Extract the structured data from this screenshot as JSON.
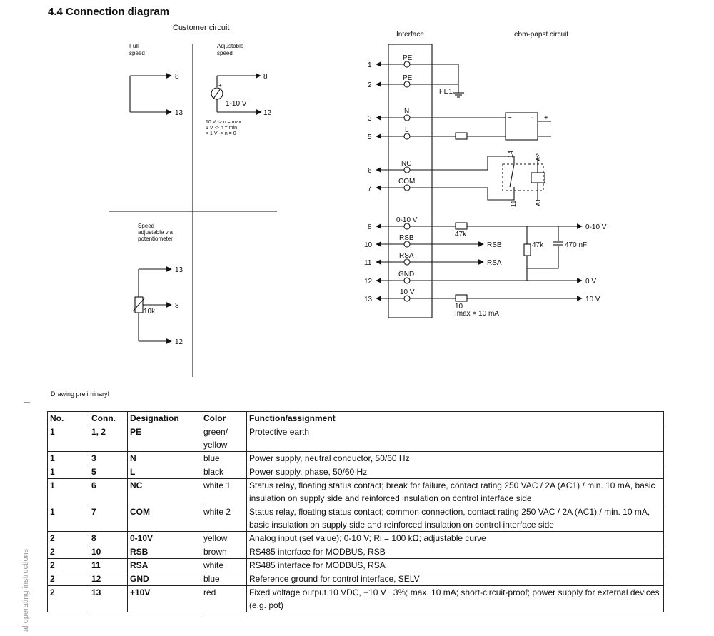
{
  "title": "4.4 Connection diagram",
  "note": "Drawing preliminary!",
  "side_label": "al operating instructions",
  "diagram": {
    "customer_circuit": "Customer circuit",
    "full_speed": [
      "Full",
      "speed"
    ],
    "adjustable_speed": [
      "Adjustable",
      "speed"
    ],
    "range": "1-10 V",
    "plus": "+",
    "speed_notes": [
      "10 V -> n = max",
      "1 V -> n = min",
      "< 1 V -> n = 0"
    ],
    "pot_label": [
      "Speed",
      "adjustable via",
      "potentiometer"
    ],
    "pot_value": "10k",
    "t8": "8",
    "t12": "12",
    "t13": "13",
    "interface": "Interface",
    "ebm_circuit": "ebm-papst circuit",
    "pins": [
      {
        "num": "1",
        "name": "PE"
      },
      {
        "num": "2",
        "name": "PE"
      },
      {
        "num": "3",
        "name": "N"
      },
      {
        "num": "5",
        "name": "L"
      },
      {
        "num": "6",
        "name": "NC"
      },
      {
        "num": "7",
        "name": "COM"
      },
      {
        "num": "8",
        "name": "0-10 V"
      },
      {
        "num": "10",
        "name": "RSB"
      },
      {
        "num": "11",
        "name": "RSA"
      },
      {
        "num": "12",
        "name": "GND"
      },
      {
        "num": "13",
        "name": "10 V"
      }
    ],
    "pe1": "PE1",
    "relay": {
      "p14": "14",
      "p11": "11",
      "a1": "A1",
      "a2": "A2"
    },
    "supply": {
      "tilde": "~",
      "dash": "-",
      "plus": "+"
    },
    "r47k_a": "47k",
    "r47k_b": "47k",
    "cap": "470 nF",
    "r10": "10",
    "imax": "Imax = 10 mA",
    "out_010": "0-10 V",
    "out_rsb": "RSB",
    "out_rsa": "RSA",
    "out_0v": "0 V",
    "out_10v": "10 V"
  },
  "table": {
    "headers": [
      "No.",
      "Conn.",
      "Designation",
      "Color",
      "Function/assignment"
    ],
    "rows": [
      [
        "1",
        "1, 2",
        "PE",
        "green/ yellow",
        "Protective earth"
      ],
      [
        "1",
        "3",
        "N",
        "blue",
        "Power supply, neutral conductor, 50/60 Hz"
      ],
      [
        "1",
        "5",
        "L",
        "black",
        "Power supply, phase, 50/60 Hz"
      ],
      [
        "1",
        "6",
        "NC",
        "white 1",
        "Status relay, floating status contact; break for failure, contact rating 250 VAC / 2A (AC1) / min. 10 mA, basic insulation on supply side and reinforced insulation on control interface side"
      ],
      [
        "1",
        "7",
        "COM",
        "white 2",
        "Status relay, floating status contact; common connection, contact rating 250 VAC / 2A (AC1) / min. 10 mA, basic insulation on supply side and reinforced insulation on control interface side"
      ],
      [
        "2",
        "8",
        "0-10V",
        "yellow",
        "Analog input (set value); 0-10 V; Ri = 100 kΩ; adjustable curve"
      ],
      [
        "2",
        "10",
        "RSB",
        "brown",
        "RS485 interface for MODBUS, RSB"
      ],
      [
        "2",
        "11",
        "RSA",
        "white",
        "RS485 interface for MODBUS, RSA"
      ],
      [
        "2",
        "12",
        "GND",
        "blue",
        "Reference ground for control interface, SELV"
      ],
      [
        "2",
        "13",
        "+10V",
        "red",
        "Fixed voltage output 10 VDC, +10 V ±3%; max. 10 mA; short-circuit-proof; power supply for external devices (e.g. pot)"
      ]
    ]
  }
}
